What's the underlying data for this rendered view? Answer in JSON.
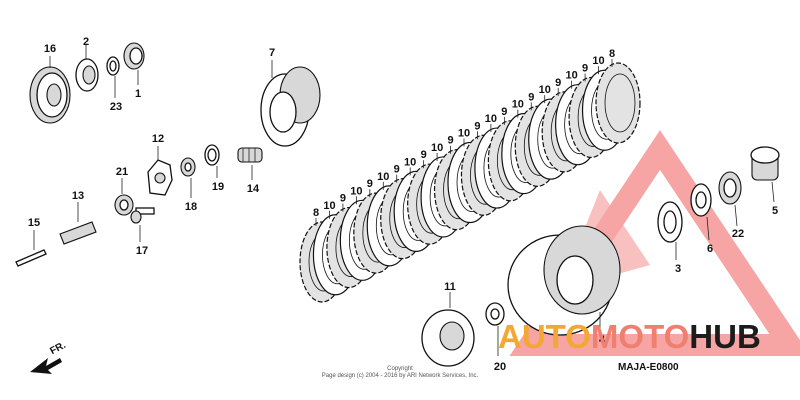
{
  "diagram": {
    "part_numbers": {
      "p16": "16",
      "p2": "2",
      "p23": "23",
      "p1": "1",
      "p7": "7",
      "p12": "12",
      "p21": "21",
      "p13": "13",
      "p15": "15",
      "p17": "17",
      "p18": "18",
      "p19": "19",
      "p14": "14",
      "p11": "11",
      "p20": "20",
      "p4": "4",
      "p3": "3",
      "p6": "6",
      "p22": "22",
      "p5": "5"
    },
    "plate_labels": [
      "8",
      "10",
      "9",
      "10",
      "9",
      "10",
      "9",
      "10",
      "9",
      "10",
      "9",
      "10",
      "9",
      "10",
      "9",
      "10",
      "9",
      "10",
      "9",
      "10",
      "9",
      "10",
      "8"
    ],
    "reference_code": "MAJA-E0800",
    "direction_label": "FR.",
    "copyright_title": "Copyright",
    "copyright_text": "Page design (c) 2004 - 2016 by ARI Network Services, Inc."
  },
  "watermark": {
    "brand_part1": "AUTO",
    "brand_part2": "MOTO",
    "brand_part3": "HUB",
    "colors": {
      "triangle": "#ef5a5a",
      "auto": "#f2a833",
      "moto": "#ef7f6f",
      "hub": "#1c1c1c"
    }
  }
}
